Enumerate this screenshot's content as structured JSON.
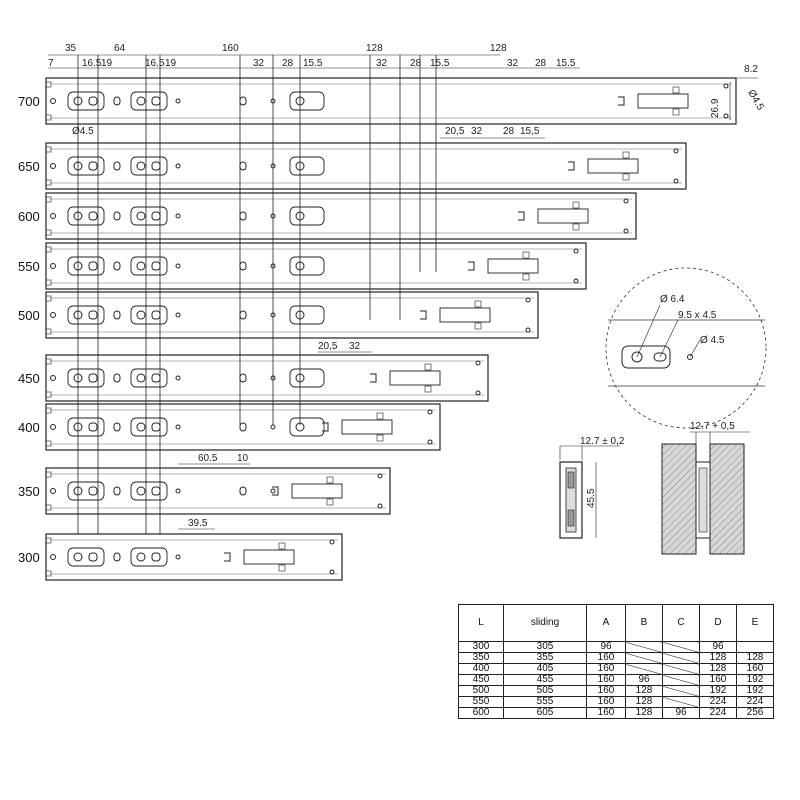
{
  "rail_lengths": [
    "700",
    "650",
    "600",
    "550",
    "500",
    "450",
    "400",
    "350",
    "300"
  ],
  "top_dims": [
    "35",
    "64",
    "160",
    "128",
    "128"
  ],
  "top_dims2": [
    "7",
    "16.5",
    "19",
    "16.5",
    "19",
    "32",
    "28",
    "15.5",
    "32",
    "28",
    "15.5",
    "32",
    "28",
    "15.5"
  ],
  "right_dims": {
    "width": "8.2",
    "height": "26.9",
    "hole": "Ø4.5"
  },
  "left_hole": "Ø4.5",
  "dims_650": [
    "20,5",
    "32",
    "28",
    "15,5"
  ],
  "dims_450": [
    "20,5",
    "32"
  ],
  "dims_350": [
    "60.5",
    "10"
  ],
  "dims_300": [
    "39.5"
  ],
  "detail": {
    "d1": "Ø 6.4",
    "d2": "9.5 x 4.5",
    "d3": "Ø 4.5"
  },
  "profile": {
    "width": "12.7 ± 0,2",
    "height": "45.5"
  },
  "install": {
    "gap": "12.7 + 0,5"
  },
  "table": {
    "headers": [
      "L",
      "sliding",
      "A",
      "B",
      "C",
      "D",
      "E"
    ],
    "rows": [
      [
        "300",
        "305",
        "96",
        "",
        "",
        "96",
        ""
      ],
      [
        "350",
        "355",
        "160",
        "",
        "",
        "128",
        "128"
      ],
      [
        "400",
        "405",
        "160",
        "",
        "",
        "128",
        "160"
      ],
      [
        "450",
        "455",
        "160",
        "96",
        "",
        "160",
        "192"
      ],
      [
        "500",
        "505",
        "160",
        "128",
        "",
        "192",
        "192"
      ],
      [
        "550",
        "555",
        "160",
        "128",
        "",
        "224",
        "224"
      ],
      [
        "600",
        "605",
        "160",
        "128",
        "96",
        "224",
        "256"
      ]
    ]
  }
}
